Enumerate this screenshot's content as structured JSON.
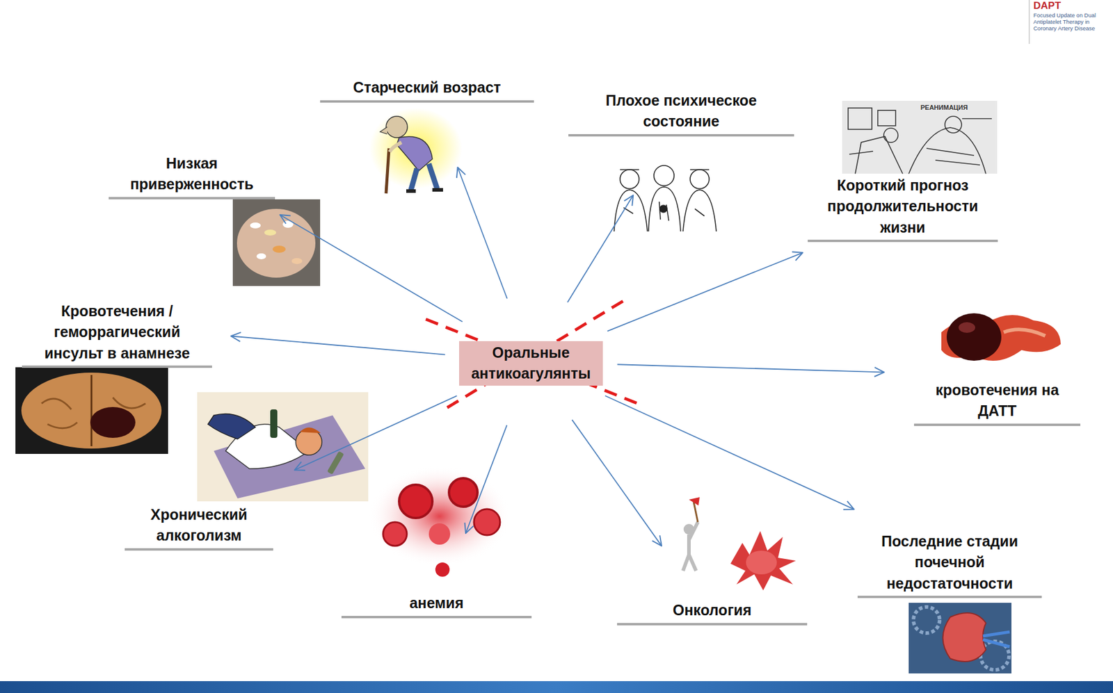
{
  "diagram": {
    "nodes": [
      {
        "text": [
          "Старческий возраст"
        ]
      },
      {
        "text": [
          "Плохое психическое состояние"
        ]
      },
      {
        "text": [
          "Низкая приверженность"
        ]
      },
      {
        "text": [
          "Короткий прогноз продолжительности жизни"
        ]
      },
      {
        "text": [
          "Кровотечения / геморрагический инсульт в анамнезе"
        ]
      },
      {
        "text": [
          "Оральные антикоагулянты"
        ]
      },
      {
        "text": [
          "кровотечения на ДАТТ"
        ]
      },
      {
        "text": [
          "Хронический алкоголизм"
        ]
      },
      {
        "text": [
          "Последние стадии почечной недостаточности"
        ]
      },
      {
        "text": [
          "анемия"
        ]
      },
      {
        "text": [
          "Онкология"
        ]
      }
    ],
    "edges": [
      {
        "from": 5,
        "to": 0,
        "arrow": "to"
      },
      {
        "from": 5,
        "to": 1,
        "arrow": "to"
      },
      {
        "from": 5,
        "to": 2,
        "arrow": "to"
      },
      {
        "from": 5,
        "to": 3,
        "arrow": "to"
      },
      {
        "from": 5,
        "to": 4,
        "arrow": "to"
      },
      {
        "from": 5,
        "to": 6,
        "arrow": "to"
      },
      {
        "from": 5,
        "to": 7,
        "arrow": "to"
      },
      {
        "from": 5,
        "to": 8,
        "arrow": "to"
      },
      {
        "from": 5,
        "to": 9,
        "arrow": "to"
      },
      {
        "from": 5,
        "to": 10,
        "arrow": "to"
      }
    ],
    "labels": [
      "DAPT",
      "Focused Update on Dual Antiplatelet Therapy in Coronary Artery Disease",
      "РЕАНИМАЦИЯ"
    ]
  }
}
